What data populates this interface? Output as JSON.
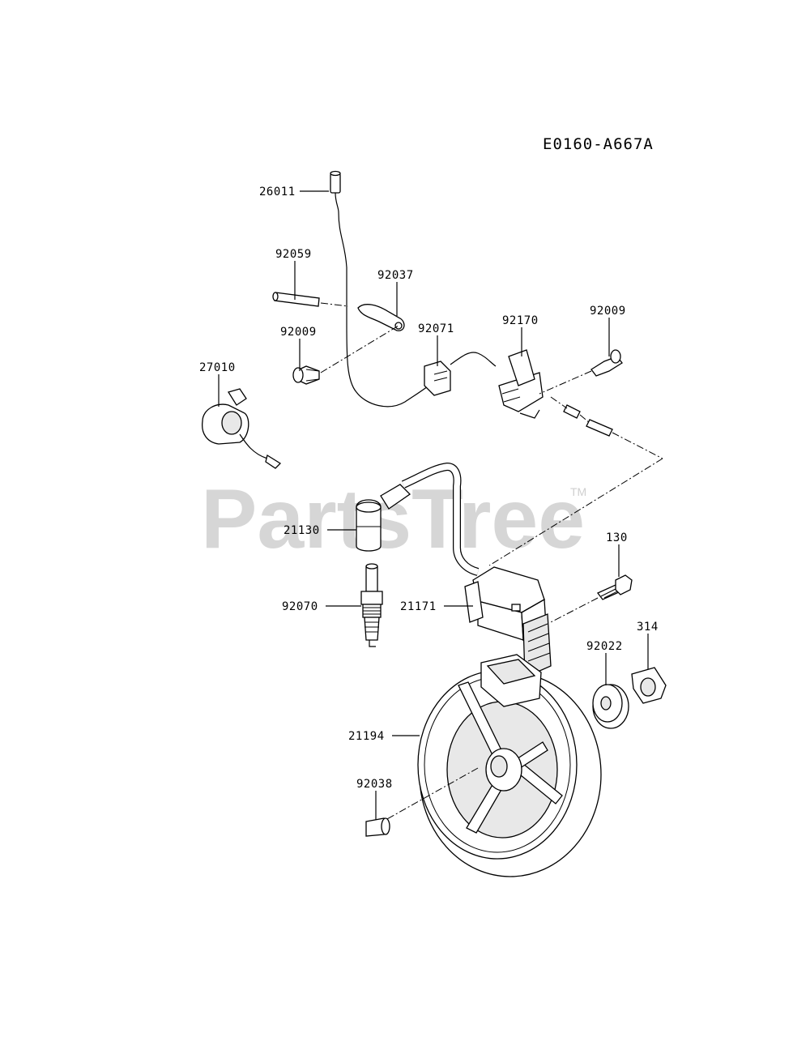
{
  "diagram": {
    "code": "E0160-A667A",
    "watermark": "PartsTree",
    "watermark_mark": "TM"
  },
  "parts": [
    {
      "id": "p26011",
      "number": "26011"
    },
    {
      "id": "p92059",
      "number": "92059"
    },
    {
      "id": "p92037",
      "number": "92037"
    },
    {
      "id": "p92009a",
      "number": "92009"
    },
    {
      "id": "p92071",
      "number": "92071"
    },
    {
      "id": "p92170",
      "number": "92170"
    },
    {
      "id": "p92009b",
      "number": "92009"
    },
    {
      "id": "p27010",
      "number": "27010"
    },
    {
      "id": "p21130",
      "number": "21130"
    },
    {
      "id": "p130",
      "number": "130"
    },
    {
      "id": "p92070",
      "number": "92070"
    },
    {
      "id": "p21171",
      "number": "21171"
    },
    {
      "id": "p314",
      "number": "314"
    },
    {
      "id": "p92022",
      "number": "92022"
    },
    {
      "id": "p21194",
      "number": "21194"
    },
    {
      "id": "p92038",
      "number": "92038"
    }
  ]
}
